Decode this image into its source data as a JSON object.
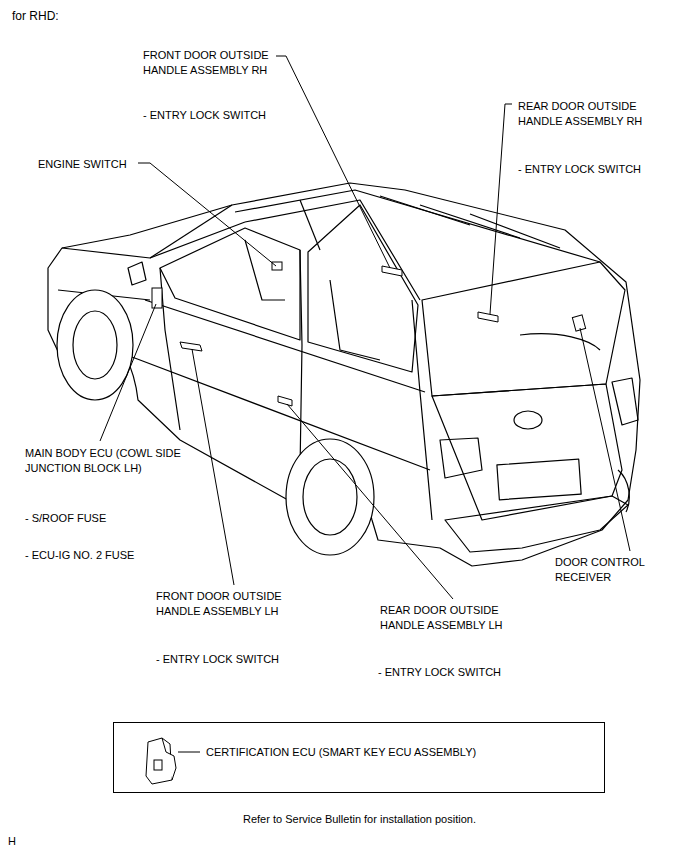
{
  "diagram": {
    "title": "for RHD:",
    "caption": "Refer to Service Bulletin for installation position.",
    "nodes": [
      {
        "text": [
          "CERTIFICATION ECU (SMART KEY ECU ASSEMBLY)"
        ]
      }
    ],
    "labels": [
      "FRONT DOOR OUTSIDE HANDLE ASSEMBLY RH",
      "- ENTRY LOCK SWITCH",
      "REAR DOOR OUTSIDE HANDLE ASSEMBLY RH",
      "- ENTRY LOCK SWITCH",
      "ENGINE SWITCH",
      "MAIN BODY ECU (COWL SIDE JUNCTION BLOCK LH)",
      "- S/ROOF FUSE",
      "- ECU-IG NO. 2 FUSE",
      "FRONT DOOR OUTSIDE HANDLE ASSEMBLY LH",
      "- ENTRY LOCK SWITCH",
      "REAR DOOR OUTSIDE HANDLE ASSEMBLY LH",
      "- ENTRY LOCK SWITCH",
      "DOOR CONTROL RECEIVER",
      "H"
    ]
  }
}
